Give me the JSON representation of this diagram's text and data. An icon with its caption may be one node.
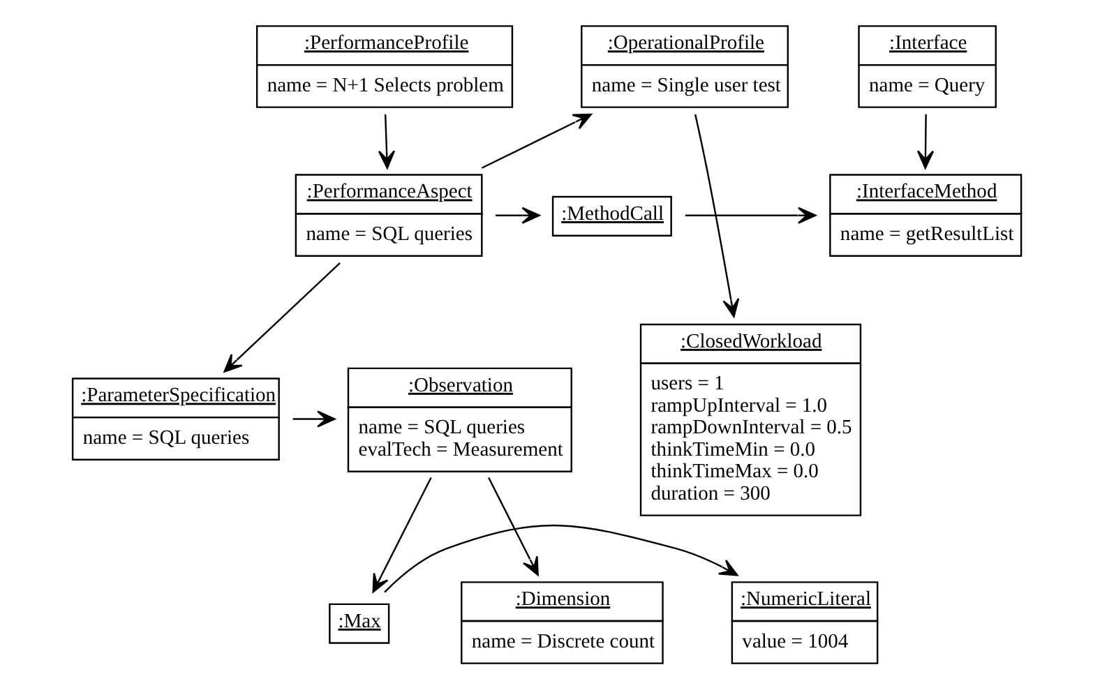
{
  "diagram": {
    "nodes": [
      {
        "text": [
          ":Interface",
          "name = Query"
        ]
      },
      {
        "text": [
          ":PerformanceProfile",
          "name = N+1 Selects problem"
        ]
      },
      {
        "text": [
          ":OperationalProfile",
          "name = Single user test"
        ]
      },
      {
        "text": [
          ":InterfaceMethod",
          "name = getResultList"
        ]
      },
      {
        "text": [
          ":MethodCall"
        ]
      },
      {
        "text": [
          ":PerformanceAspect",
          "name = SQL queries"
        ]
      },
      {
        "text": [
          ":Observation",
          "name = SQL queries",
          "evalTech = Measurement"
        ]
      },
      {
        "text": [
          ":ParameterSpecification",
          "name = SQL queries"
        ]
      },
      {
        "text": [
          ":ClosedWorkload",
          "users = 1",
          "rampUpInterval = 1.0",
          "rampDownInterval = 0.5",
          "thinkTimeMin = 0.0",
          "thinkTimeMax = 0.0",
          "duration = 300"
        ]
      },
      {
        "text": [
          ":Dimension",
          "name = Discrete count"
        ]
      },
      {
        "text": [
          ":Max"
        ]
      },
      {
        "text": [
          ":NumericLiteral",
          "value = 1004"
        ]
      }
    ],
    "edges": [
      {
        "from": 0,
        "to": 3,
        "arrow": "to"
      },
      {
        "from": 1,
        "to": 5,
        "arrow": "to"
      },
      {
        "from": 5,
        "to": 2,
        "arrow": "to"
      },
      {
        "from": 5,
        "to": 4,
        "arrow": "to"
      },
      {
        "from": 4,
        "to": 3,
        "arrow": "to"
      },
      {
        "from": 5,
        "to": 7,
        "arrow": "to"
      },
      {
        "from": 7,
        "to": 6,
        "arrow": "to"
      },
      {
        "from": 2,
        "to": 8,
        "arrow": "to"
      },
      {
        "from": 6,
        "to": 9,
        "arrow": "to"
      },
      {
        "from": 6,
        "to": 10,
        "arrow": "to"
      },
      {
        "from": 10,
        "to": 11,
        "arrow": "to"
      }
    ]
  }
}
